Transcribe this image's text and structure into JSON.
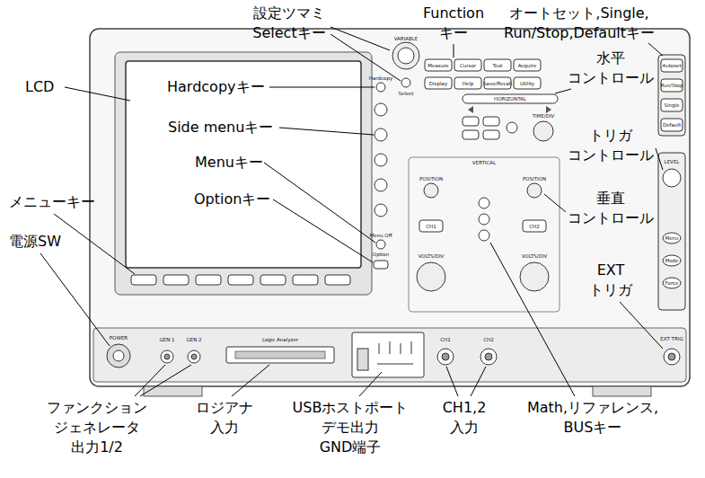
{
  "diagram": {
    "labels": [
      "設定ツマミ Selectキー",
      "Function キー",
      "オートセット,Single, Run/Stop,Defaultキー",
      "LCD",
      "Hardcopyキー",
      "水平 コントロール",
      "Side menuキー",
      "トリガ コントロール",
      "Menuキー",
      "垂直 コントロール",
      "メニューキー",
      "Optionキー",
      "電源SW",
      "EXT トリガ",
      "ファンクション ジェネレータ 出力1/2",
      "ロジアナ 入力",
      "USBホストポート デモ出力 GND端子",
      "CH1,2 入力",
      "Math,リファレンス, BUSキー",
      "VARIABLE",
      "Select",
      "Measure",
      "Cursor",
      "Test",
      "Acquire",
      "Display",
      "Help",
      "Save/Recall",
      "Utility",
      "Autoset",
      "Run/Stop",
      "Single",
      "Default",
      "HORIZONTAL",
      "TIME/DIV",
      "VERTICAL",
      "POSITION",
      "POSITION",
      "CH1",
      "CH2",
      "VOLTS/DIV",
      "VOLTS/DIV",
      "LEVEL",
      "Menu",
      "Mode",
      "Force",
      "Hardcopy",
      "Menu Off",
      "Option",
      "POWER",
      "GEN 1",
      "GEN 2",
      "Logic Analyzer",
      "CH1",
      "CH2",
      "EXT TRIG"
    ]
  }
}
